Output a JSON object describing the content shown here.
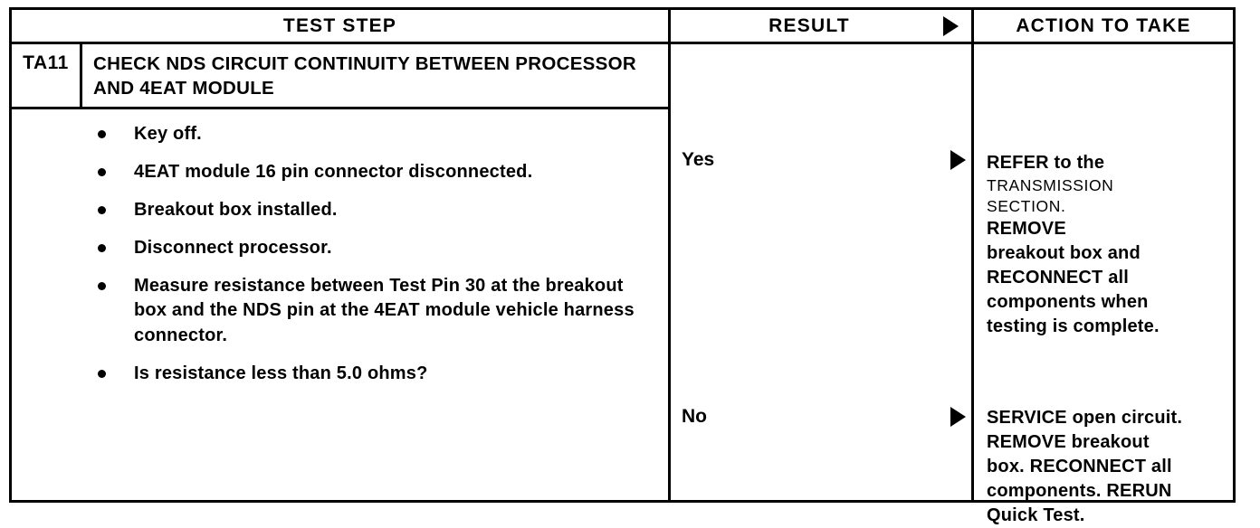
{
  "table": {
    "headers": {
      "test_step": "TEST STEP",
      "result": "RESULT",
      "action": "ACTION TO TAKE",
      "result_arrow_icon": "triangle-right-icon"
    },
    "step": {
      "code": "TA11",
      "title": "CHECK NDS CIRCUIT CONTINUITY BETWEEN PROCESSOR AND 4EAT MODULE",
      "bullets": [
        "Key off.",
        "4EAT module 16 pin connector disconnected.",
        "Breakout box installed.",
        "Disconnect processor.",
        "Measure resistance between Test Pin 30 at the breakout box and the NDS pin at the 4EAT module vehicle harness connector.",
        "Is resistance less than 5.0 ohms?"
      ]
    },
    "results": [
      {
        "label": "Yes",
        "arrow_icon": "triangle-right-icon",
        "action_lines": [
          {
            "text": "REFER to the",
            "style": "bold"
          },
          {
            "text": "TRANSMISSION",
            "style": "light"
          },
          {
            "text": "SECTION.",
            "style": "light"
          },
          {
            "text": "REMOVE",
            "style": "bold"
          },
          {
            "text": "breakout box and",
            "style": "bold"
          },
          {
            "text": "RECONNECT all",
            "style": "bold"
          },
          {
            "text": "components when",
            "style": "bold"
          },
          {
            "text": "testing is complete.",
            "style": "bold"
          }
        ]
      },
      {
        "label": "No",
        "arrow_icon": "triangle-right-icon",
        "action_lines": [
          {
            "text": "SERVICE open circuit.",
            "style": "bold"
          },
          {
            "text": "REMOVE breakout",
            "style": "bold"
          },
          {
            "text": "box. RECONNECT all",
            "style": "bold"
          },
          {
            "text": "components. RERUN",
            "style": "bold"
          },
          {
            "text": "Quick Test.",
            "style": "bold"
          }
        ]
      }
    ]
  }
}
